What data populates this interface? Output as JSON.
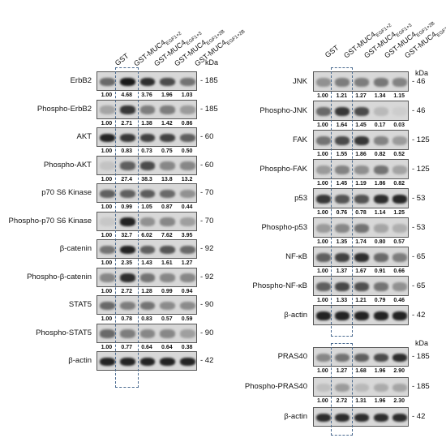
{
  "units_label": "kDa",
  "lane_headers": [
    {
      "base": "GST",
      "sub": ""
    },
    {
      "base": "GST-MUC4",
      "sub": "EGF1+2"
    },
    {
      "base": "GST-MUC4",
      "sub": "EGF1+3"
    },
    {
      "base": "GST-MUC4",
      "sub": "EGF1+2B"
    },
    {
      "base": "GST-MUC4",
      "sub": "EGF1+2B"
    }
  ],
  "left_panel": [
    {
      "label": "ErbB2",
      "mw": "- 185",
      "values": [
        "1.00",
        "4.68",
        "3.76",
        "1.96",
        "1.03"
      ],
      "intensity": [
        0.55,
        0.95,
        0.85,
        0.7,
        0.5
      ]
    },
    {
      "label": "Phospho-ErbB2",
      "mw": "- 185",
      "values": [
        "1.00",
        "2.71",
        "1.38",
        "1.42",
        "0.86"
      ],
      "intensity": [
        0.25,
        0.8,
        0.45,
        0.45,
        0.3
      ]
    },
    {
      "label": "AKT",
      "mw": "- 60",
      "values": [
        "1.00",
        "0.83",
        "0.73",
        "0.75",
        "0.50"
      ],
      "intensity": [
        0.9,
        0.8,
        0.75,
        0.75,
        0.6
      ]
    },
    {
      "label": "Phospho-AKT",
      "mw": "- 60",
      "values": [
        "1.00",
        "27.4",
        "38.3",
        "13.8",
        "13.2"
      ],
      "intensity": [
        0.1,
        0.6,
        0.7,
        0.4,
        0.4
      ]
    },
    {
      "label": "p70 S6 Kinase",
      "mw": "- 70",
      "values": [
        "1.00",
        "0.99",
        "1.05",
        "0.87",
        "0.44"
      ],
      "intensity": [
        0.6,
        0.6,
        0.62,
        0.55,
        0.35
      ]
    },
    {
      "label": "Phospho-p70 S6 Kinase",
      "mw": "- 70",
      "values": [
        "1.00",
        "32.7",
        "6.02",
        "7.62",
        "3.95"
      ],
      "intensity": [
        0.08,
        0.9,
        0.35,
        0.4,
        0.28
      ]
    },
    {
      "label": "β-catenin",
      "mw": "- 92",
      "values": [
        "1.00",
        "2.35",
        "1.43",
        "1.61",
        "1.27"
      ],
      "intensity": [
        0.5,
        0.9,
        0.6,
        0.65,
        0.55
      ]
    },
    {
      "label": "Phospho-β-catenin",
      "mw": "- 92",
      "values": [
        "1.00",
        "2.72",
        "1.28",
        "0.99",
        "0.94"
      ],
      "intensity": [
        0.4,
        0.85,
        0.5,
        0.4,
        0.4
      ]
    },
    {
      "label": "STAT5",
      "mw": "- 90",
      "values": [
        "1.00",
        "0.78",
        "0.83",
        "0.57",
        "0.59"
      ],
      "intensity": [
        0.55,
        0.45,
        0.5,
        0.38,
        0.38
      ]
    },
    {
      "label": "Phospho-STAT5",
      "mw": "- 90",
      "values": [
        "1.00",
        "0.77",
        "0.64",
        "0.64",
        "0.38"
      ],
      "intensity": [
        0.55,
        0.45,
        0.4,
        0.4,
        0.28
      ]
    },
    {
      "label": "β-actin",
      "mw": "- 42",
      "values": [],
      "intensity": [
        0.9,
        0.9,
        0.9,
        0.9,
        0.9
      ]
    }
  ],
  "right_panel": [
    {
      "label": "JNK",
      "mw": "- 46",
      "values": [
        "1.00",
        "1.21",
        "1.27",
        "1.34",
        "1.15"
      ],
      "intensity": [
        0.35,
        0.45,
        0.45,
        0.48,
        0.42
      ]
    },
    {
      "label": "Phospho-JNK",
      "mw": "- 46",
      "values": [
        "1.00",
        "1.64",
        "1.45",
        "0.17",
        "0.03"
      ],
      "intensity": [
        0.55,
        0.8,
        0.7,
        0.15,
        0.05
      ]
    },
    {
      "label": "FAK",
      "mw": "- 125",
      "values": [
        "1.00",
        "1.55",
        "1.86",
        "0.82",
        "0.52"
      ],
      "intensity": [
        0.5,
        0.7,
        0.8,
        0.42,
        0.3
      ]
    },
    {
      "label": "Phospho-FAK",
      "mw": "- 125",
      "values": [
        "1.00",
        "1.45",
        "1.19",
        "1.86",
        "0.82"
      ],
      "intensity": [
        0.3,
        0.42,
        0.36,
        0.5,
        0.26
      ]
    },
    {
      "label": "p53",
      "mw": "- 53",
      "values": [
        "1.00",
        "0.76",
        "0.78",
        "1.14",
        "1.25"
      ],
      "intensity": [
        0.8,
        0.65,
        0.66,
        0.85,
        0.88
      ]
    },
    {
      "label": "Phospho-p53",
      "mw": "- 53",
      "values": [
        "1.00",
        "1.35",
        "1.74",
        "0.80",
        "0.57"
      ],
      "intensity": [
        0.3,
        0.4,
        0.5,
        0.25,
        0.2
      ]
    },
    {
      "label": "NF-κB",
      "mw": "- 65",
      "values": [
        "1.00",
        "1.37",
        "1.67",
        "0.91",
        "0.66"
      ],
      "intensity": [
        0.6,
        0.75,
        0.85,
        0.55,
        0.45
      ]
    },
    {
      "label": "Phospho-NF-κB",
      "mw": "- 65",
      "values": [
        "1.00",
        "1.33",
        "1.21",
        "0.79",
        "0.46"
      ],
      "intensity": [
        0.6,
        0.72,
        0.68,
        0.5,
        0.35
      ]
    },
    {
      "label": "β-actin",
      "mw": "- 42",
      "values": [],
      "intensity": [
        0.9,
        0.9,
        0.9,
        0.9,
        0.9
      ]
    }
  ],
  "right_lower_panel": [
    {
      "label": "PRAS40",
      "mw": "- 185",
      "values": [
        "1.00",
        "1.27",
        "1.68",
        "1.96",
        "2.90"
      ],
      "intensity": [
        0.4,
        0.5,
        0.6,
        0.7,
        0.85
      ]
    },
    {
      "label": "Phospho-PRAS40",
      "mw": "- 185",
      "values": [
        "1.00",
        "2.72",
        "1.31",
        "1.96",
        "2.30"
      ],
      "intensity": [
        0.12,
        0.3,
        0.15,
        0.22,
        0.25
      ]
    },
    {
      "label": "β-actin",
      "mw": "- 42",
      "values": [],
      "intensity": [
        0.85,
        0.85,
        0.85,
        0.85,
        0.85
      ]
    }
  ]
}
